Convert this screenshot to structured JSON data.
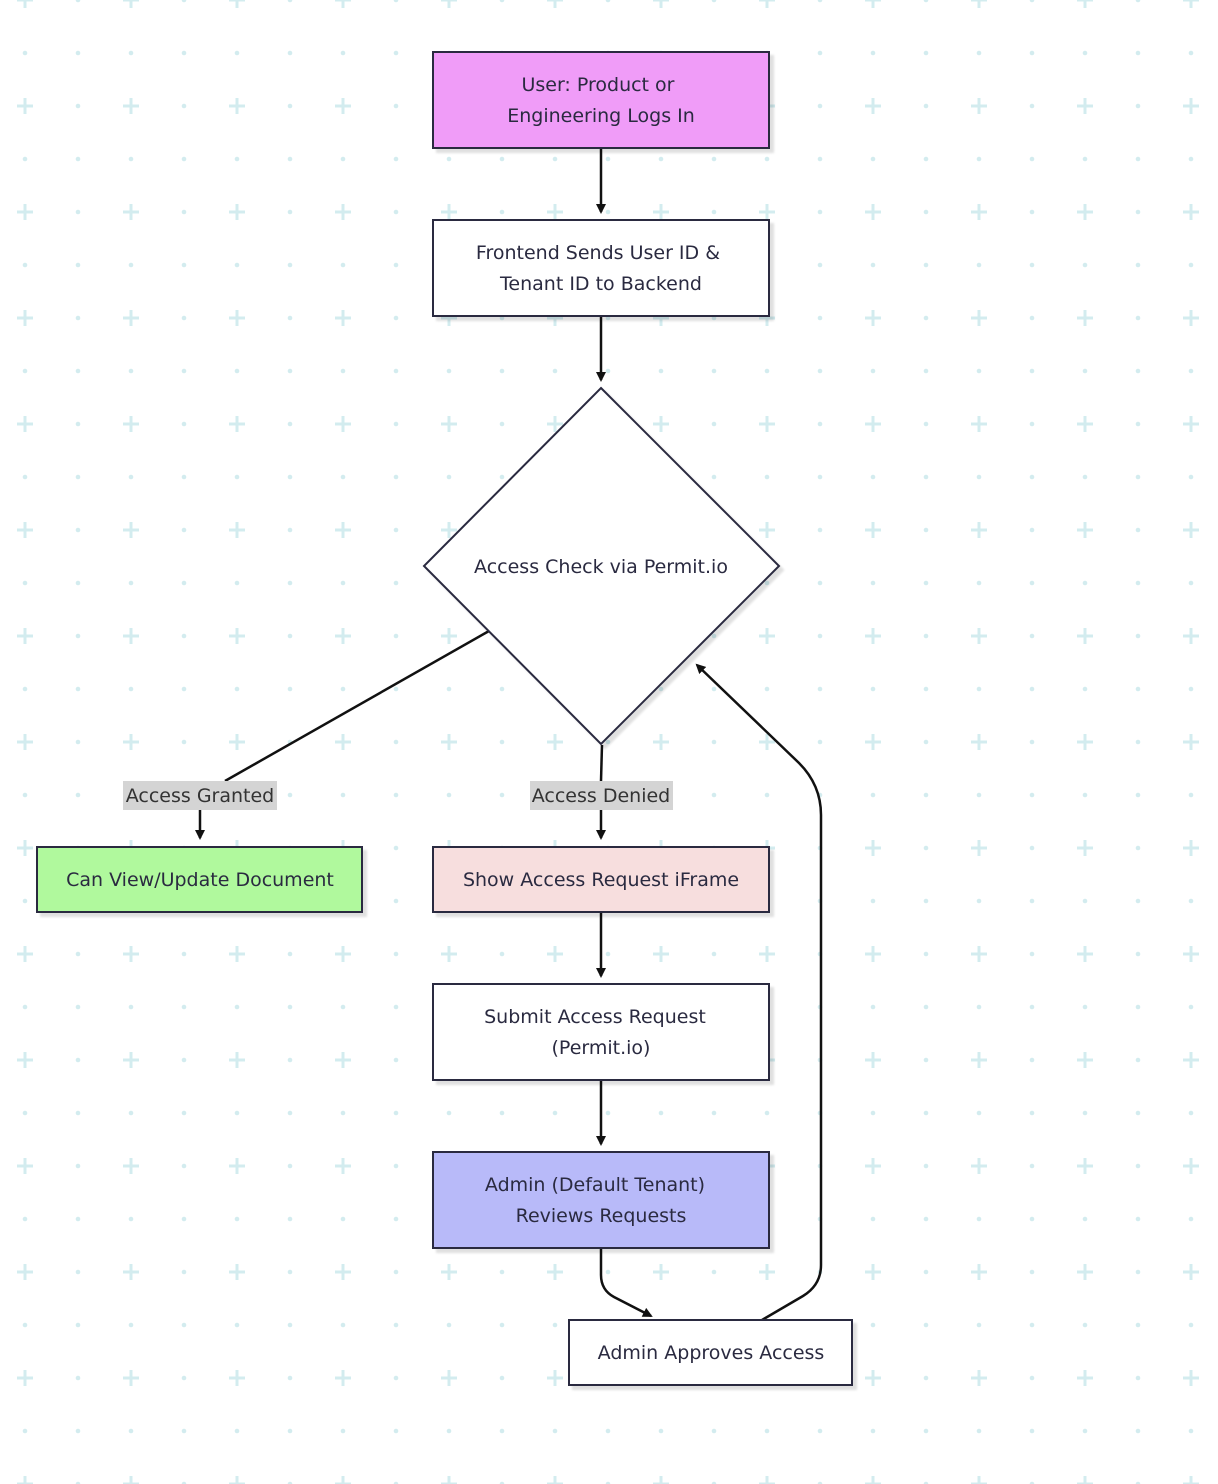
{
  "colors": {
    "background": "#ffffff",
    "grid_mark": "#d3ecef",
    "node_stroke": "#2a2a40",
    "edge_stroke": "#111111",
    "start_node_fill": "#f09cf8",
    "granted_node_fill": "#b0f99d",
    "denied_node_fill": "#f7dede",
    "admin_node_fill": "#b8baf9",
    "plain_node_fill": "#ffffff",
    "edge_label_bg": "#d4d4d4"
  },
  "nodes": {
    "login": {
      "lines": [
        "User: Product or",
        "Engineering Logs In"
      ]
    },
    "send_ids": {
      "lines": [
        "Frontend Sends User ID &",
        "Tenant ID to Backend"
      ]
    },
    "access_check": {
      "lines": [
        "Access Check via Permit.io"
      ]
    },
    "can_view": {
      "lines": [
        "Can View/Update Document"
      ]
    },
    "show_iframe": {
      "lines": [
        "Show Access Request iFrame"
      ]
    },
    "submit_request": {
      "lines": [
        "Submit Access Request",
        "(Permit.io)"
      ]
    },
    "admin_reviews": {
      "lines": [
        "Admin (Default Tenant)",
        "Reviews Requests"
      ]
    },
    "admin_approves": {
      "lines": [
        "Admin Approves Access"
      ]
    }
  },
  "edge_labels": {
    "granted": "Access Granted",
    "denied": "Access Denied"
  }
}
